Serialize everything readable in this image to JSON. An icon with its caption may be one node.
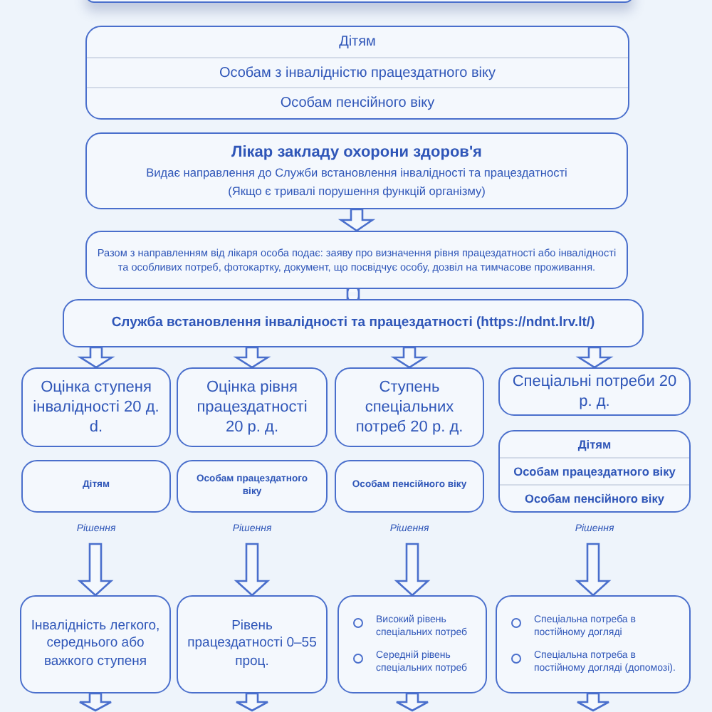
{
  "diagram": {
    "nodes": [
      {
        "text": [],
        "shape": "box"
      },
      {
        "text": [
          "Дітям",
          "Особам з інвалідністю працездатного віку",
          "Особам пенсійного віку"
        ]
      },
      {
        "text": [
          "Лікар закладу охорони здоров'я",
          "Видає направлення до Служби встановлення інвалідності та працездатності",
          "(Якщо є тривалі порушення функцій організму)"
        ]
      },
      {
        "text": [
          "Разом з направленням від лікаря особа подає: заяву про визначення рівня працездатності або інвалідності та особливих потреб, фотокартку, документ, що посвідчує особу, дозвіл на тимчасове проживання."
        ]
      },
      {
        "text": [
          "Служба встановлення інвалідності та працездатності (https://ndnt.lrv.lt/)"
        ]
      },
      {
        "text": [
          "Оцінка ступеня інвалідності 20 д. d."
        ]
      },
      {
        "text": [
          "Оцінка рівня працездатності 20 р. д."
        ]
      },
      {
        "text": [
          "Ступень спеціальних потреб 20 р. д."
        ]
      },
      {
        "text": [
          "Спеціальні потреби 20 р. д."
        ]
      },
      {
        "text": [
          "Дітям"
        ]
      },
      {
        "text": [
          "Особам працездатного віку"
        ]
      },
      {
        "text": [
          "Особам пенсійного віку"
        ]
      },
      {
        "text": [
          "Дітям",
          "Особам працездатного віку",
          "Особам пенсійного віку"
        ]
      },
      {
        "text": [
          "Інвалідність легкого, середнього або важкого ступеня"
        ]
      },
      {
        "text": [
          "Рівень працездатності 0–55 проц."
        ]
      },
      {
        "text": [
          "Високий рівень спеціальних потреб",
          "Середній рівень спеціальних потреб"
        ]
      },
      {
        "text": [
          "Спеціальна потреба в постійному догляді",
          "Спеціальна потреба в постійному догляді (допомозі)."
        ]
      }
    ],
    "edges": [
      {
        "from": 2,
        "to": 3,
        "arrow": "to"
      },
      {
        "from": 3,
        "to": 4,
        "arrow": "none"
      },
      {
        "from": 4,
        "to": 5,
        "arrow": "to"
      },
      {
        "from": 4,
        "to": 6,
        "arrow": "to"
      },
      {
        "from": 4,
        "to": 7,
        "arrow": "to"
      },
      {
        "from": 4,
        "to": 8,
        "arrow": "to"
      },
      {
        "from": 9,
        "to": 13,
        "arrow": "to",
        "label": "Рішення"
      },
      {
        "from": 10,
        "to": 14,
        "arrow": "to",
        "label": "Рішення"
      },
      {
        "from": 11,
        "to": 15,
        "arrow": "to",
        "label": "Рішення"
      },
      {
        "from": 12,
        "to": 16,
        "arrow": "to",
        "label": "Рішення"
      },
      {
        "from": 13,
        "to": null,
        "arrow": "to"
      },
      {
        "from": 14,
        "to": null,
        "arrow": "to"
      },
      {
        "from": 15,
        "to": null,
        "arrow": "to"
      },
      {
        "from": 16,
        "to": null,
        "arrow": "to"
      }
    ]
  }
}
